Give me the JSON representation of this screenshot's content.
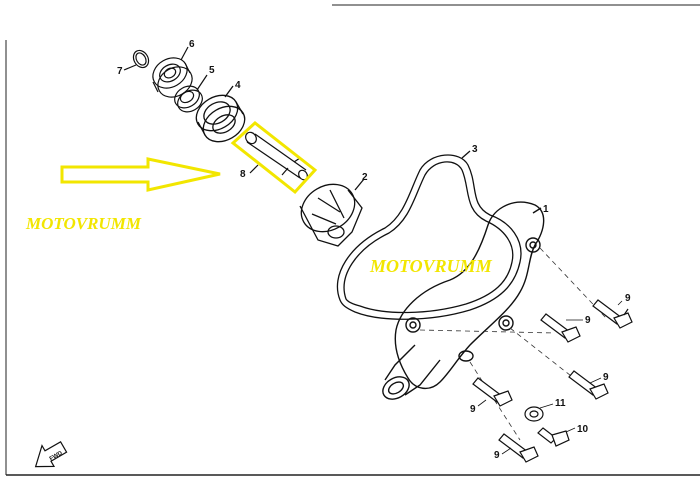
{
  "watermarks": [
    "MOTOVRUMM",
    "MOTOVRUMM"
  ],
  "direction_label": "FWD",
  "colors": {
    "line": "#111111",
    "highlight": "#f2e600",
    "background": "#ffffff"
  },
  "callouts": {
    "n1": "1",
    "n2": "2",
    "n3": "3",
    "n4": "4",
    "n5": "5",
    "n6": "6",
    "n7": "7",
    "n8": "8",
    "n9a": "9",
    "n9b": "9",
    "n9c": "9",
    "n9d": "9",
    "n9e": "9",
    "n10": "10",
    "n11": "11"
  }
}
